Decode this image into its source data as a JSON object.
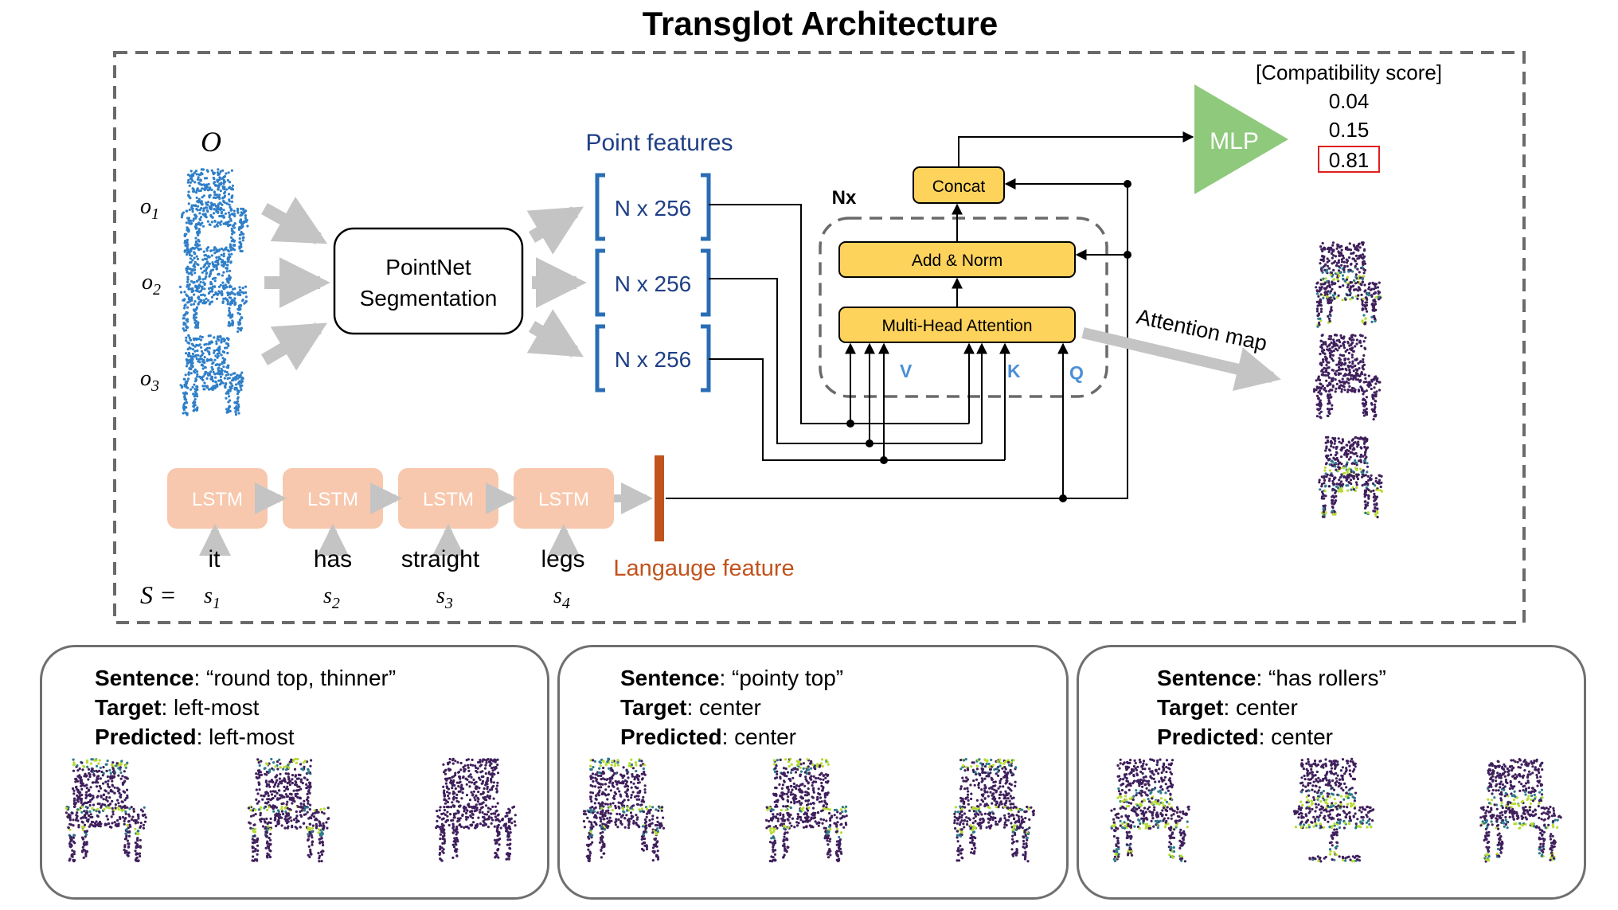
{
  "title": "Transglot Architecture",
  "objects": {
    "set_symbol": "O",
    "items": [
      {
        "base": "o",
        "sub": "1"
      },
      {
        "base": "o",
        "sub": "2"
      },
      {
        "base": "o",
        "sub": "3"
      }
    ]
  },
  "segmentation_box": {
    "line1": "PointNet",
    "line2": "Segmentation"
  },
  "point_features": {
    "label": "Point features",
    "dims": [
      "N x 256",
      "N x 256",
      "N x 256"
    ]
  },
  "transformer": {
    "repeat_label": "Nx",
    "concat": "Concat",
    "add_norm": "Add & Norm",
    "mha": "Multi-Head Attention",
    "v": "V",
    "k": "K",
    "q": "Q"
  },
  "mlp": {
    "label": "MLP"
  },
  "compatibility": {
    "title": "[Compatibility score]",
    "scores": [
      "0.04",
      "0.15",
      "0.81"
    ],
    "highlighted_index": 2
  },
  "attention_map": {
    "label": "Attention map"
  },
  "lstm": {
    "labels": [
      "LSTM",
      "LSTM",
      "LSTM",
      "LSTM"
    ]
  },
  "sentence": {
    "words": [
      "it",
      "has",
      "straight",
      "legs"
    ],
    "set_symbol": "S =",
    "tokens": [
      {
        "base": "s",
        "sub": "1"
      },
      {
        "base": "s",
        "sub": "2"
      },
      {
        "base": "s",
        "sub": "3"
      },
      {
        "base": "s",
        "sub": "4"
      }
    ]
  },
  "language_feature": {
    "label": "Langauge feature"
  },
  "examples": [
    {
      "sentence_key": "Sentence",
      "sentence": ": “round top, thinner”",
      "target_key": "Target",
      "target": ": left-most",
      "predicted_key": "Predicted",
      "predicted": ": left-most"
    },
    {
      "sentence_key": "Sentence",
      "sentence": ": “pointy top”",
      "target_key": "Target",
      "target": ": center",
      "predicted_key": "Predicted",
      "predicted": ": center"
    },
    {
      "sentence_key": "Sentence",
      "sentence": ": “has rollers”",
      "target_key": "Target",
      "target": ": center",
      "predicted_key": "Predicted",
      "predicted": ": center"
    }
  ],
  "colors": {
    "pointnet_blue": "#2f7fc8",
    "feature_bracket": "#2a6db5",
    "feature_text": "#1f3f86",
    "transformer_yellow": "#fdd35c",
    "mlp_green": "#8fc97c",
    "lstm_fill": "#f7c8ad",
    "language_bar": "#c1531c",
    "vkq_blue": "#4a8fd6",
    "attention_dark": "#3f1f5c",
    "attention_mid": "#2c7a8c",
    "attention_light": "#b6dc30",
    "score_box": "#e02020"
  }
}
